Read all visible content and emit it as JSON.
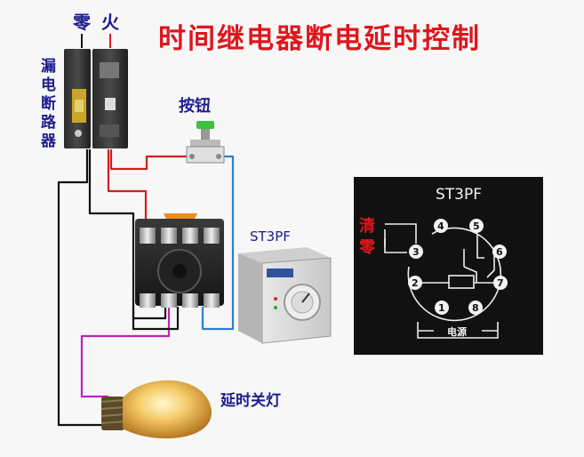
{
  "title": "时间继电器断电延时控制",
  "labels": {
    "neutral": "零",
    "live": "火",
    "breaker_chars": [
      "漏",
      "电",
      "断",
      "路",
      "器"
    ],
    "button": "按钮",
    "relay_model": "ST3PF",
    "lamp": "延时关灯"
  },
  "schematic": {
    "model": "ST3PF",
    "clear_chars": [
      "清",
      "零"
    ],
    "power": "电源",
    "pins": [
      "1",
      "2",
      "3",
      "4",
      "5",
      "6",
      "7",
      "8"
    ]
  },
  "colors": {
    "title": "#e0151c",
    "label": "#1d1d8f",
    "wire_red": "#d21e1e",
    "wire_black": "#111111",
    "wire_blue": "#2d7fd0",
    "wire_purple": "#c020c0",
    "panel": "#111111"
  }
}
